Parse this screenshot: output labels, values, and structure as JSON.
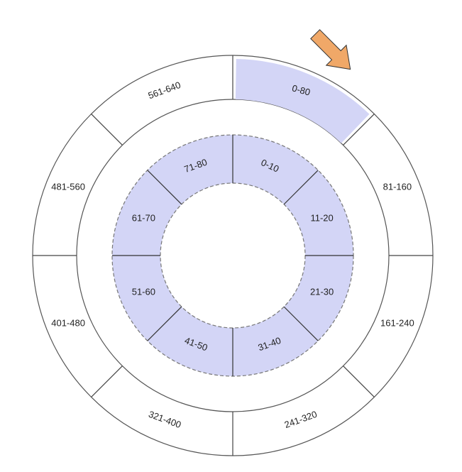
{
  "outer_ring": {
    "segments": [
      {
        "label": "0-80",
        "highlighted": true
      },
      {
        "label": "81-160",
        "highlighted": false
      },
      {
        "label": "161-240",
        "highlighted": false
      },
      {
        "label": "241-320",
        "highlighted": false
      },
      {
        "label": "321-400",
        "highlighted": false
      },
      {
        "label": "401-480",
        "highlighted": false
      },
      {
        "label": "481-560",
        "highlighted": false
      },
      {
        "label": "561-640",
        "highlighted": false
      }
    ]
  },
  "inner_ring": {
    "segments": [
      {
        "label": "0-10"
      },
      {
        "label": "11-20"
      },
      {
        "label": "21-30"
      },
      {
        "label": "31-40"
      },
      {
        "label": "41-50"
      },
      {
        "label": "51-60"
      },
      {
        "label": "61-70"
      },
      {
        "label": "71-80"
      }
    ]
  },
  "colors": {
    "highlight_fill": "#d3d5f6",
    "stroke": "#555555",
    "dashed_stroke": "#777777",
    "arrow_fill": "#f0a868",
    "arrow_stroke": "#333333"
  },
  "pointer": {
    "icon": "arrow-icon",
    "target": "0-80"
  }
}
